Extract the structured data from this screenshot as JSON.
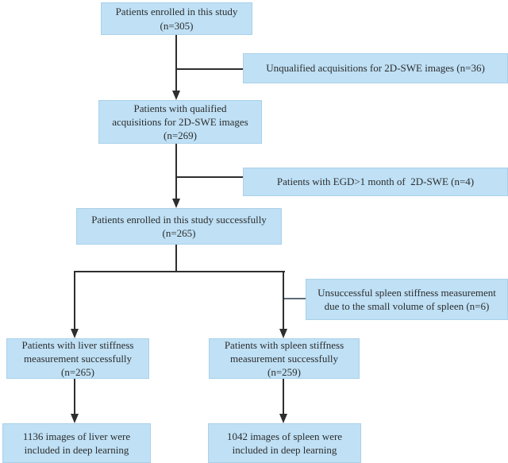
{
  "colors": {
    "node_fill": "#bfe0f5",
    "node_border": "#aad1ea",
    "line": "#2e2e2e",
    "stub_gray": "#5d6b79",
    "text": "#2d2d2d",
    "background": "#ffffff"
  },
  "flowchart": {
    "nodes": [
      {
        "id": "enrolled",
        "lines": [
          "Patients enrolled in this study",
          "(n=305)"
        ]
      },
      {
        "id": "unqualified",
        "lines": [
          "Unqualified acquisitions for 2D-SWE images (n=36)"
        ]
      },
      {
        "id": "qualified",
        "lines": [
          "Patients with qualified",
          "acquisitions for 2D-SWE images",
          "(n=269)"
        ]
      },
      {
        "id": "egd-excluded",
        "lines": [
          "Patients with EGD>1 month of  2D-SWE (n=4)"
        ]
      },
      {
        "id": "enrolled-success",
        "lines": [
          "Patients enrolled in this study successfully",
          "(n=265)"
        ]
      },
      {
        "id": "spleen-fail",
        "lines": [
          "Unsuccessful spleen stiffness measurement",
          "due to the small volume of spleen (n=6)"
        ]
      },
      {
        "id": "liver-success",
        "lines": [
          "Patients with liver stiffness",
          "measurement successfully",
          "(n=265)"
        ]
      },
      {
        "id": "spleen-success",
        "lines": [
          "Patients with spleen stiffness",
          "measurement successfully",
          "(n=259)"
        ]
      },
      {
        "id": "liver-images",
        "lines": [
          "1136 images of liver were",
          "included in deep learning"
        ]
      },
      {
        "id": "spleen-images",
        "lines": [
          "1042 images of spleen were",
          "included in deep learning"
        ]
      }
    ]
  }
}
